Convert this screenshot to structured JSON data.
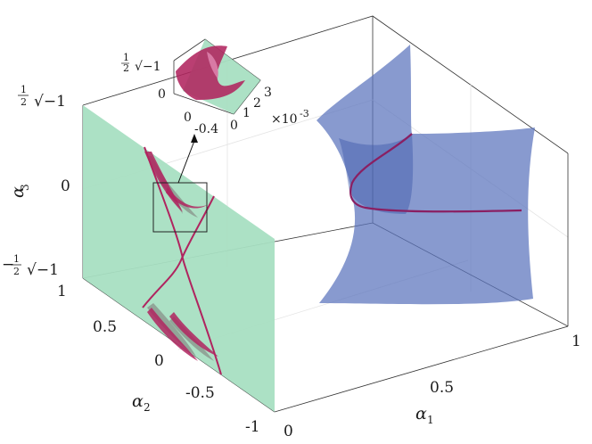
{
  "axes": {
    "x": {
      "symbol": "α",
      "sub": "1",
      "ticks": [
        "0",
        "0.5",
        "1"
      ]
    },
    "y": {
      "symbol": "α",
      "sub": "2",
      "ticks": [
        "1",
        "0.5",
        "0",
        "-0.5",
        "-1"
      ]
    },
    "z": {
      "symbol": "α",
      "sub": "3",
      "ticks": [
        "0"
      ],
      "top_half": "1",
      "top_den": "2",
      "top_root": "√−1",
      "bot_sign": "−",
      "bot_half": "1",
      "bot_den": "2",
      "bot_root": "√−1"
    },
    "exponent": {
      "base": "×10",
      "power": "-3"
    }
  },
  "inset": {
    "ticks_a": [
      "0",
      "-0.4"
    ],
    "ticks_b": [
      "0",
      "1",
      "2",
      "3"
    ],
    "ticks_z": [
      "0"
    ],
    "z_num": "1",
    "z_den": "2",
    "z_root": "√−1"
  },
  "colors": {
    "green_plane": "#a8dfc2",
    "blue_surface": "#5a73bd",
    "magenta_curve": "#b0245f",
    "grey_region": "#8c9a8f"
  }
}
